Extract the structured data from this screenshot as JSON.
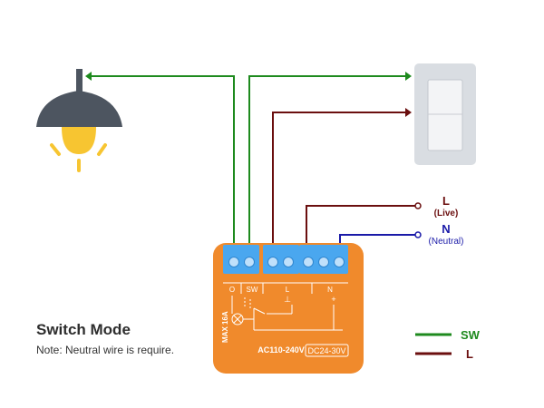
{
  "mode": {
    "title": "Switch Mode",
    "note": "Note: Neutral wire is require."
  },
  "power": {
    "live_label": "L",
    "live_sub": "(Live)",
    "neutral_label": "N",
    "neutral_sub": "(Neutral)"
  },
  "module": {
    "terminal_o": "O",
    "terminal_sw": "SW",
    "terminal_l": "L",
    "terminal_n": "N",
    "ground_symbol": "⊥",
    "plus_symbol": "+",
    "max_rating": "MAX 16A",
    "ac_rating": "AC110-240V",
    "dc_rating": "DC24-30V"
  },
  "legend": {
    "sw_label": "SW",
    "l_label": "L"
  },
  "colors": {
    "sw_wire": "#1e8a1e",
    "live_wire": "#6b0f0f",
    "neutral_wire": "#1a1aa8",
    "module_body": "#f08a2c",
    "terminal_block": "#4aa7ef",
    "lamp_shade": "#4d5560",
    "bulb": "#f7c531",
    "switch_body": "#d9dde2"
  }
}
